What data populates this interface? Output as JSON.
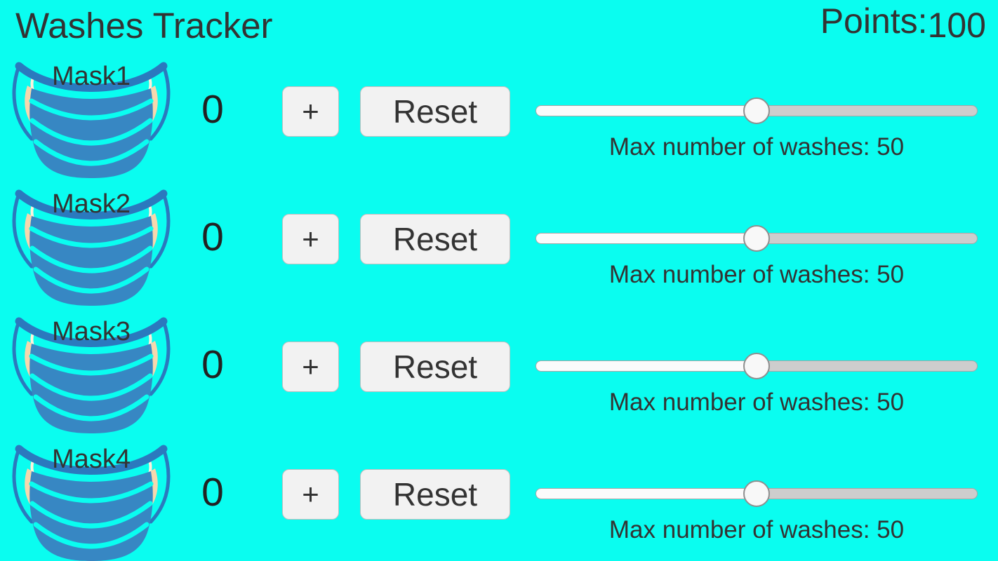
{
  "header": {
    "title": "Washes Tracker",
    "points_label": "Points:",
    "points_value": "100"
  },
  "rows": [
    {
      "name": "Mask1",
      "count": "0",
      "increment_label": "+",
      "reset_label": "Reset",
      "slider_value_percent": 50,
      "max_washes_text": "Max number of washes: 50"
    },
    {
      "name": "Mask2",
      "count": "0",
      "increment_label": "+",
      "reset_label": "Reset",
      "slider_value_percent": 50,
      "max_washes_text": "Max number of washes: 50"
    },
    {
      "name": "Mask3",
      "count": "0",
      "increment_label": "+",
      "reset_label": "Reset",
      "slider_value_percent": 50,
      "max_washes_text": "Max number of washes: 50"
    },
    {
      "name": "Mask4",
      "count": "0",
      "increment_label": "+",
      "reset_label": "Reset",
      "slider_value_percent": 50,
      "max_washes_text": "Max number of washes: 50"
    }
  ],
  "icons": {
    "mask_icon": "surgical-face-mask"
  },
  "colors": {
    "background": "#0AFDF0",
    "text": "#333333",
    "mask_body": "#3787C3",
    "mask_strap": "#2B79BE",
    "mask_ear_skin": "#F6D8AE",
    "button_background": "#F2F2F2",
    "button_border": "#BFBFBF",
    "slider_track_left": "#FBFBFB",
    "slider_track_right": "#CDCDCD",
    "slider_thumb": "#F8F8F8"
  }
}
